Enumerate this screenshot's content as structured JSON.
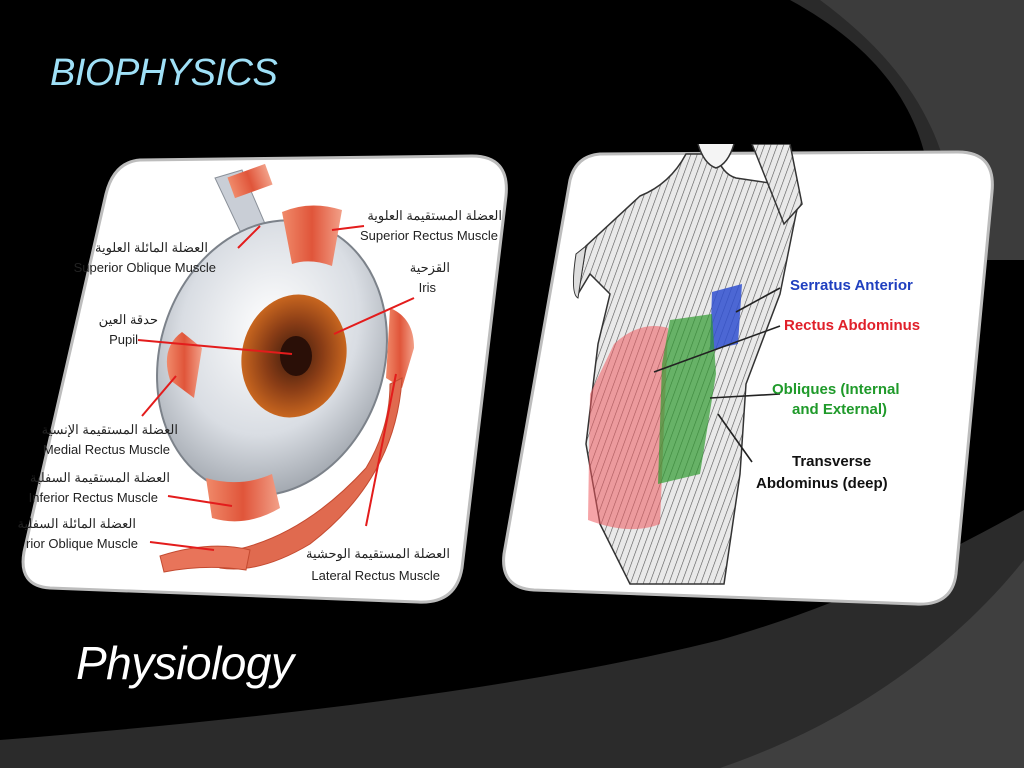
{
  "slide": {
    "title": "BIOPHYSICS",
    "subtitle": "Physiology"
  },
  "eye_figure": {
    "labels": {
      "superior_rectus": {
        "ar": "العضلة المستقيمة العلوية",
        "en": "Superior Rectus Muscle"
      },
      "superior_oblique": {
        "ar": "العضلة المائلة العلوية",
        "en": "Superior Oblique Muscle"
      },
      "iris": {
        "ar": "القزحية",
        "en": "Iris"
      },
      "pupil": {
        "ar": "حدقة العين",
        "en": "Pupil"
      },
      "medial_rectus": {
        "ar": "العضلة المستقيمة الإنسية",
        "en": "Medial Rectus Muscle"
      },
      "inferior_rectus": {
        "ar": "العضلة المستقيمة السفلية",
        "en": "Inferior Rectus Muscle"
      },
      "inferior_oblique": {
        "ar": "العضلة المائلة السفلية",
        "en": "rior Oblique Muscle"
      },
      "lateral_rectus": {
        "ar": "العضلة المستقيمة الوحشية",
        "en": "Lateral Rectus Muscle"
      }
    }
  },
  "torso_figure": {
    "labels": {
      "serratus": "Serratus Anterior",
      "rectus": "Rectus Abdominus",
      "obliques_line1": "Obliques (Internal",
      "obliques_line2": "and External)",
      "transverse_line1": "Transverse",
      "transverse_line2": "Abdominus (deep)"
    },
    "colors": {
      "serratus": "#1f3fbf",
      "rectus": "#e0202a",
      "obliques": "#1f9a2a",
      "transverse": "#111111"
    }
  },
  "theme": {
    "background": "#000000",
    "title_color": "#9fe0f7",
    "subtitle_color": "#ffffff"
  }
}
